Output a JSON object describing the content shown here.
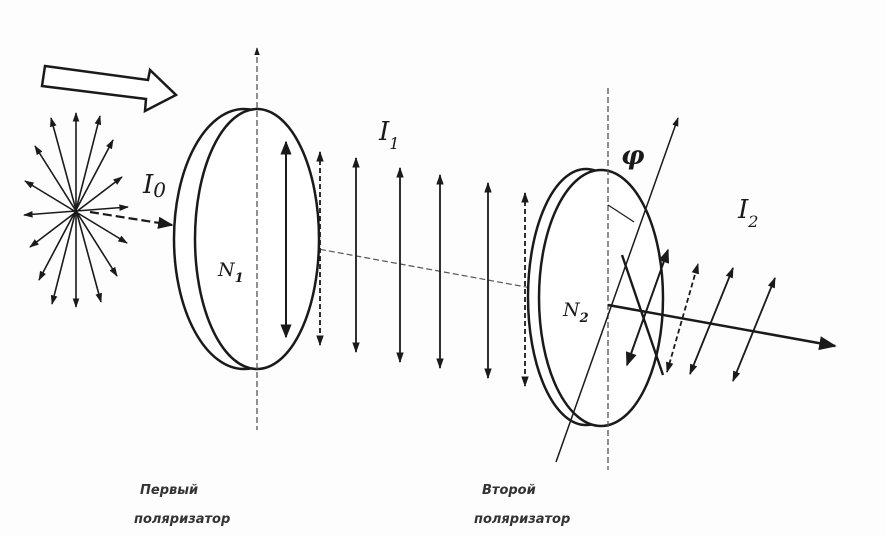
{
  "labels": {
    "i0_main": "I",
    "i0_sub": "0",
    "i1_main": "I",
    "i1_sub": "1",
    "i2_main": "I",
    "i2_sub": "2",
    "n1_main": "N",
    "n1_sub": "1",
    "n2_main": "N",
    "n2_sub": "2",
    "angle": "φ"
  },
  "captions": {
    "first_line1": "Первый",
    "first_line2": "поляризатор",
    "second_line1": "Второй",
    "second_line2": "поляризатор"
  },
  "colors": {
    "ink": "#1a1a1a",
    "axis": "#555555"
  }
}
